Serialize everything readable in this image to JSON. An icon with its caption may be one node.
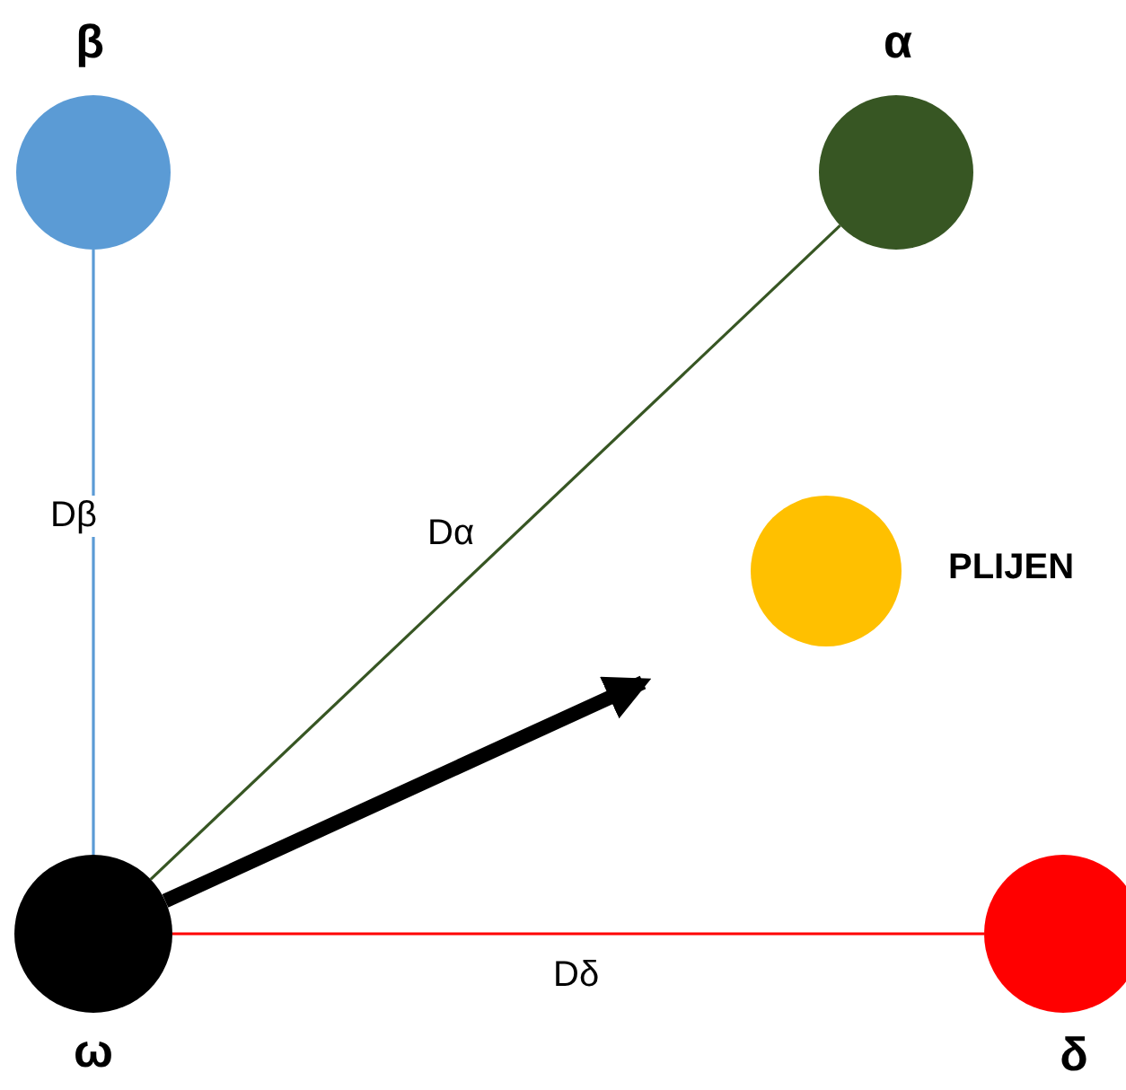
{
  "diagram": {
    "nodes": [
      {
        "text": [
          "β"
        ]
      },
      {
        "text": [
          "α"
        ]
      },
      {
        "text": [],
        "shape": "circle",
        "beside": [
          "PLIJEN"
        ]
      },
      {
        "text": [
          "ω"
        ]
      },
      {
        "text": [
          "δ"
        ]
      }
    ],
    "edges": [
      {
        "from": 3,
        "to": 0,
        "arrow": "none",
        "label": "Dβ",
        "color": "#5b9bd5"
      },
      {
        "from": 3,
        "to": 1,
        "arrow": "none",
        "label": "Dα",
        "color": "#375623"
      },
      {
        "from": 3,
        "to": 4,
        "arrow": "none",
        "label": "Dδ",
        "color": "#ff0000"
      },
      {
        "from": 3,
        "to": null,
        "arrow": "to",
        "style": "thick",
        "color": "#000000"
      }
    ]
  }
}
